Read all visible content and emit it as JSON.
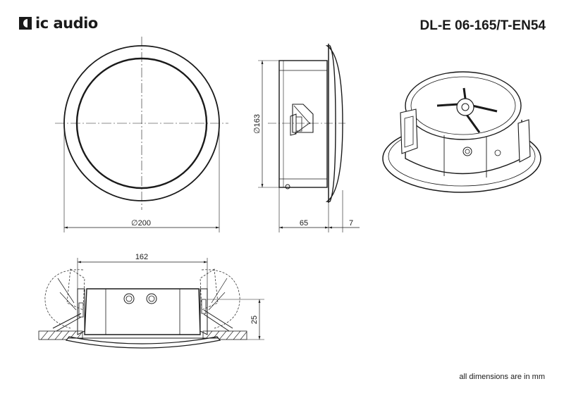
{
  "brand": {
    "name": "ic audio"
  },
  "model": "DL-E 06-165/T-EN54",
  "dimensions": {
    "diameter_outer": "200",
    "diameter_inner": "163",
    "depth": "65",
    "flange": "7",
    "width_clamps": "162",
    "height_clamp": "25"
  },
  "symbols": {
    "diameter": "∅"
  },
  "note": "all dimensions are in mm"
}
